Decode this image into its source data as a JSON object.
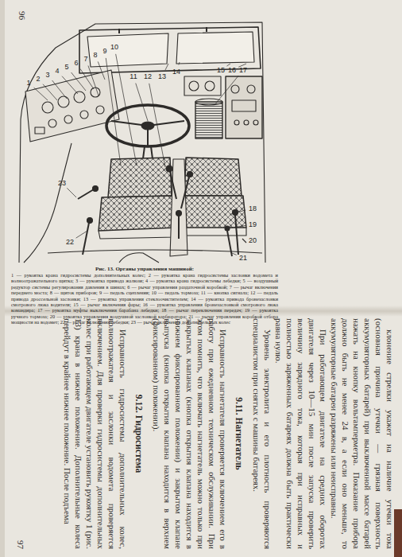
{
  "diagram": {
    "title": "Рис. 13. Органы управления машиной:",
    "caption": "1 — рукоятка крана гидросистемы дополнительных колес; 2 — рукоятка крана гидросистемы заслонки водомета и волноотражательного щитка; 3 — рукоятка привода жалюзи; 4 — рукоятка крана гидросистемы лебедки; 5 — воздушный редуктор системы регулирования давления в шинах; 6 — рычаг управления раздаточной коробкой; 7 — рычаг включения переднего моста; 8 — щиток приборов; 9 — педаль сцепления; 10 — педаль тормоза; 11 — кнопка сигнала; 12 — педаль привода дроссельной заслонки; 13 — рукоятка управления стеклоочистителем; 14 — рукоятка привода бронезаслонки смотрового люка водителя; 15 — рычаг включения фары; 16 — рукоятка управления бронезаслонкой смотрового люка командира; 17 — рукоятка муфты выключения барабана лебедки; 18 — рычаг переключения передач; 19 — рукоятка ручного тормоза; 20 — рукоятка управления воздушной заслонкой карбюратора; 21 — рычаг управления коробкой отбора мощности на водомет; 22 — рычаг включения лебедки; 23 — рычаг включения дополнительных колес",
    "labels": [
      "96",
      "1",
      "2",
      "3",
      "4",
      "5",
      "6",
      "7",
      "8",
      "9",
      "10",
      "11",
      "12",
      "13",
      "14",
      "15",
      "16",
      "17",
      "18",
      "19",
      "20",
      "21",
      "22",
      "23",
      "клонение стрелки укажет на наличие утечки тока (основная причина утечки — грязная поверхность аккумуляторных батарей) при выключенной массе батарей нажать на кнопку вольтамперметра. Показание прибора должно быть не менее 24 в, а если оно меньше, то аккумуляторные батареи разряжены или неисправны.",
      "При работающем двигателе на средних оборотах двигателя через 10—15 мин после запуска проверить величину зарядного тока, которая при исправных и полностью заряженных батареях должна быть практически равна нулю.",
      "Уровень электролита и его плотность проверяются специалистом при снятых с машины батареях.",
      "9.11. Нагнетатель",
      "Исправность нагнетателя проверяется включением его в работу при ежедневном техническом обслуживании. При этом помнить, что включать нагнетатель можно только при закрытых клапанах (кнопка открытия клапана находится в нижнем фиксированном положении) и закрытом клапане выпуска (кнопка открытия клапана находится в верхнем (фиксированном) положении).",
      "9.12. Гидросистема",
      "Исправность гидросистемы дополнительных колес, волноотражателя и заслонки водомета проверяется включением. Для проверки гидросистемы дополнительных колес при работающем двигателе установить рукоятку 1 (рис. 13) крана в нижнее положение. Дополнительные колеса перейдут в крайнее нижнее положение. После подъема",
      "97"
    ]
  }
}
